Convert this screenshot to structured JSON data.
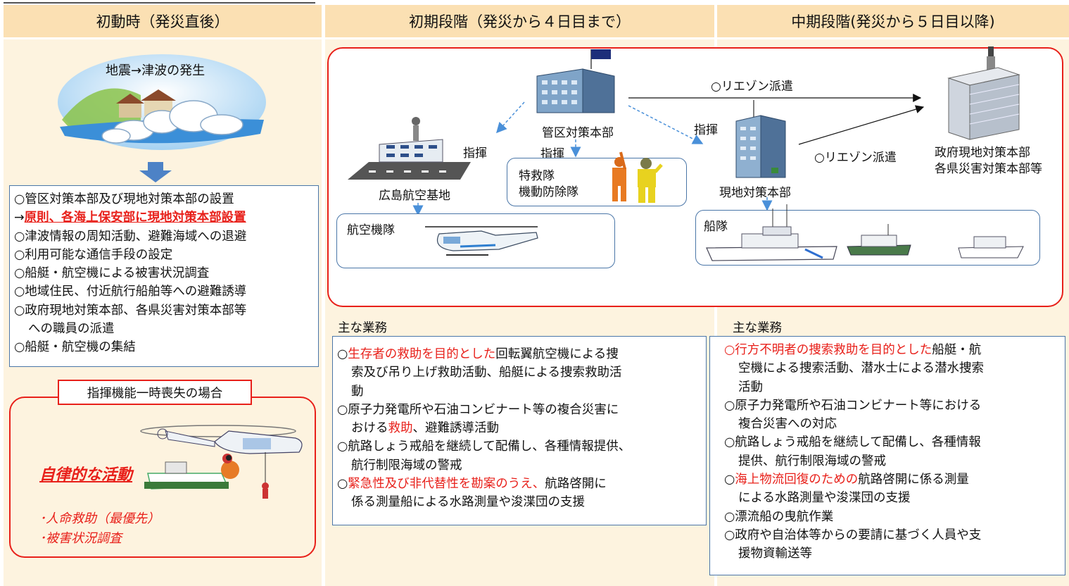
{
  "headers": [
    "初動時（発災直後）",
    "初期段階（発災から４日目まで）",
    "中期段階(発災から５日目以降)"
  ],
  "phase1": {
    "quake_label": "地震→津波の発生",
    "list": [
      {
        "parts": [
          {
            "t": "○管区対策本部及び現地対策本部の設置",
            "c": ""
          }
        ]
      },
      {
        "parts": [
          {
            "t": "→",
            "c": ""
          },
          {
            "t": "原則、各海上保安部に現地対策本部設置",
            "c": "red-u"
          }
        ]
      },
      {
        "parts": [
          {
            "t": "○津波情報の周知活動、避難海域への退避",
            "c": ""
          }
        ]
      },
      {
        "parts": [
          {
            "t": "○利用可能な通信手段の設定",
            "c": ""
          }
        ]
      },
      {
        "parts": [
          {
            "t": "○船艇・航空機による被害状況調査",
            "c": ""
          }
        ]
      },
      {
        "parts": [
          {
            "t": "○地域住民、付近航行船舶等への避難誘導",
            "c": ""
          }
        ]
      },
      {
        "parts": [
          {
            "t": "○政府現地対策本部、各県災害対策本部等",
            "c": ""
          }
        ]
      },
      {
        "parts": [
          {
            "t": "への職員の派遣",
            "c": ""
          }
        ],
        "indent": true
      },
      {
        "parts": [
          {
            "t": "○船艇・航空機の集結",
            "c": ""
          }
        ]
      }
    ],
    "loss_title": "指揮機能一時喪失の場合",
    "autonomous": "自律的な活動",
    "bullets": [
      "･人命救助（最優先）",
      "･被害状況調査"
    ]
  },
  "diagram": {
    "hq": "管区対策本部",
    "air_base": "広島航空基地",
    "command": "指揮",
    "special": [
      "特救隊",
      "機動防除隊"
    ],
    "aviation": "航空機隊",
    "liaison": "○リエゾン派遣",
    "local_hq": "現地対策本部",
    "fleet": "船隊",
    "gov": [
      "政府現地対策本部",
      "各県災害対策本部等"
    ]
  },
  "main_tasks_label": "主な業務",
  "phase2_list": [
    {
      "parts": [
        {
          "t": "○",
          "c": ""
        },
        {
          "t": "生存者の救助を目的とした",
          "c": "red"
        },
        {
          "t": "回転翼航空機による捜",
          "c": ""
        }
      ]
    },
    {
      "parts": [
        {
          "t": "索及び吊り上げ救助活動、船艇による捜索救助活",
          "c": ""
        }
      ],
      "indent": true
    },
    {
      "parts": [
        {
          "t": "動",
          "c": ""
        }
      ],
      "indent": true
    },
    {
      "parts": [
        {
          "t": "○原子力発電所や石油コンビナート等の複合災害に",
          "c": ""
        }
      ]
    },
    {
      "parts": [
        {
          "t": "おける",
          "c": ""
        },
        {
          "t": "救助",
          "c": "red"
        },
        {
          "t": "、避難誘導活動",
          "c": ""
        }
      ],
      "indent": true
    },
    {
      "parts": [
        {
          "t": "○航路しょう戒船を継続して配備し、各種情報提供、",
          "c": ""
        }
      ]
    },
    {
      "parts": [
        {
          "t": "航行制限海域の警戒",
          "c": ""
        }
      ],
      "indent": true
    },
    {
      "parts": [
        {
          "t": "○",
          "c": ""
        },
        {
          "t": "緊急性及び非代替性を勘案のうえ、",
          "c": "red"
        },
        {
          "t": "航路啓開に",
          "c": ""
        }
      ]
    },
    {
      "parts": [
        {
          "t": "係る測量船による水路測量や浚渫団の支援",
          "c": ""
        }
      ],
      "indent": true
    }
  ],
  "phase3_list": [
    {
      "parts": [
        {
          "t": "○行方不明者の捜索救助を目的とした",
          "c": "red"
        },
        {
          "t": "船艇・航",
          "c": ""
        }
      ]
    },
    {
      "parts": [
        {
          "t": "空機による捜索活動、潜水士による潜水捜索",
          "c": ""
        }
      ],
      "indent": true
    },
    {
      "parts": [
        {
          "t": "活動",
          "c": ""
        }
      ],
      "indent": true
    },
    {
      "parts": [
        {
          "t": "○原子力発電所や石油コンビナート等における",
          "c": ""
        }
      ]
    },
    {
      "parts": [
        {
          "t": "複合災害への対応",
          "c": ""
        }
      ],
      "indent": true
    },
    {
      "parts": [
        {
          "t": "○航路しょう戒船を継続して配備し、各種情報",
          "c": ""
        }
      ]
    },
    {
      "parts": [
        {
          "t": "提供、航行制限海域の警戒",
          "c": ""
        }
      ],
      "indent": true
    },
    {
      "parts": [
        {
          "t": "○",
          "c": ""
        },
        {
          "t": "海上物流回復のための",
          "c": "red"
        },
        {
          "t": "航路啓開に係る測量",
          "c": ""
        }
      ]
    },
    {
      "parts": [
        {
          "t": "による水路測量や浚渫団の支援",
          "c": ""
        }
      ],
      "indent": true
    },
    {
      "parts": [
        {
          "t": "○漂流船の曳航作業",
          "c": ""
        }
      ]
    },
    {
      "parts": [
        {
          "t": "○政府や自治体等からの要請に基づく人員や支",
          "c": ""
        }
      ]
    },
    {
      "parts": [
        {
          "t": "援物資輸送等",
          "c": ""
        }
      ],
      "indent": true
    }
  ],
  "colors": {
    "header_bg": "#fbe0b3",
    "column_bg": "#fdf3df",
    "accent_red": "#e8201a",
    "box_blue": "#4a76a8"
  }
}
